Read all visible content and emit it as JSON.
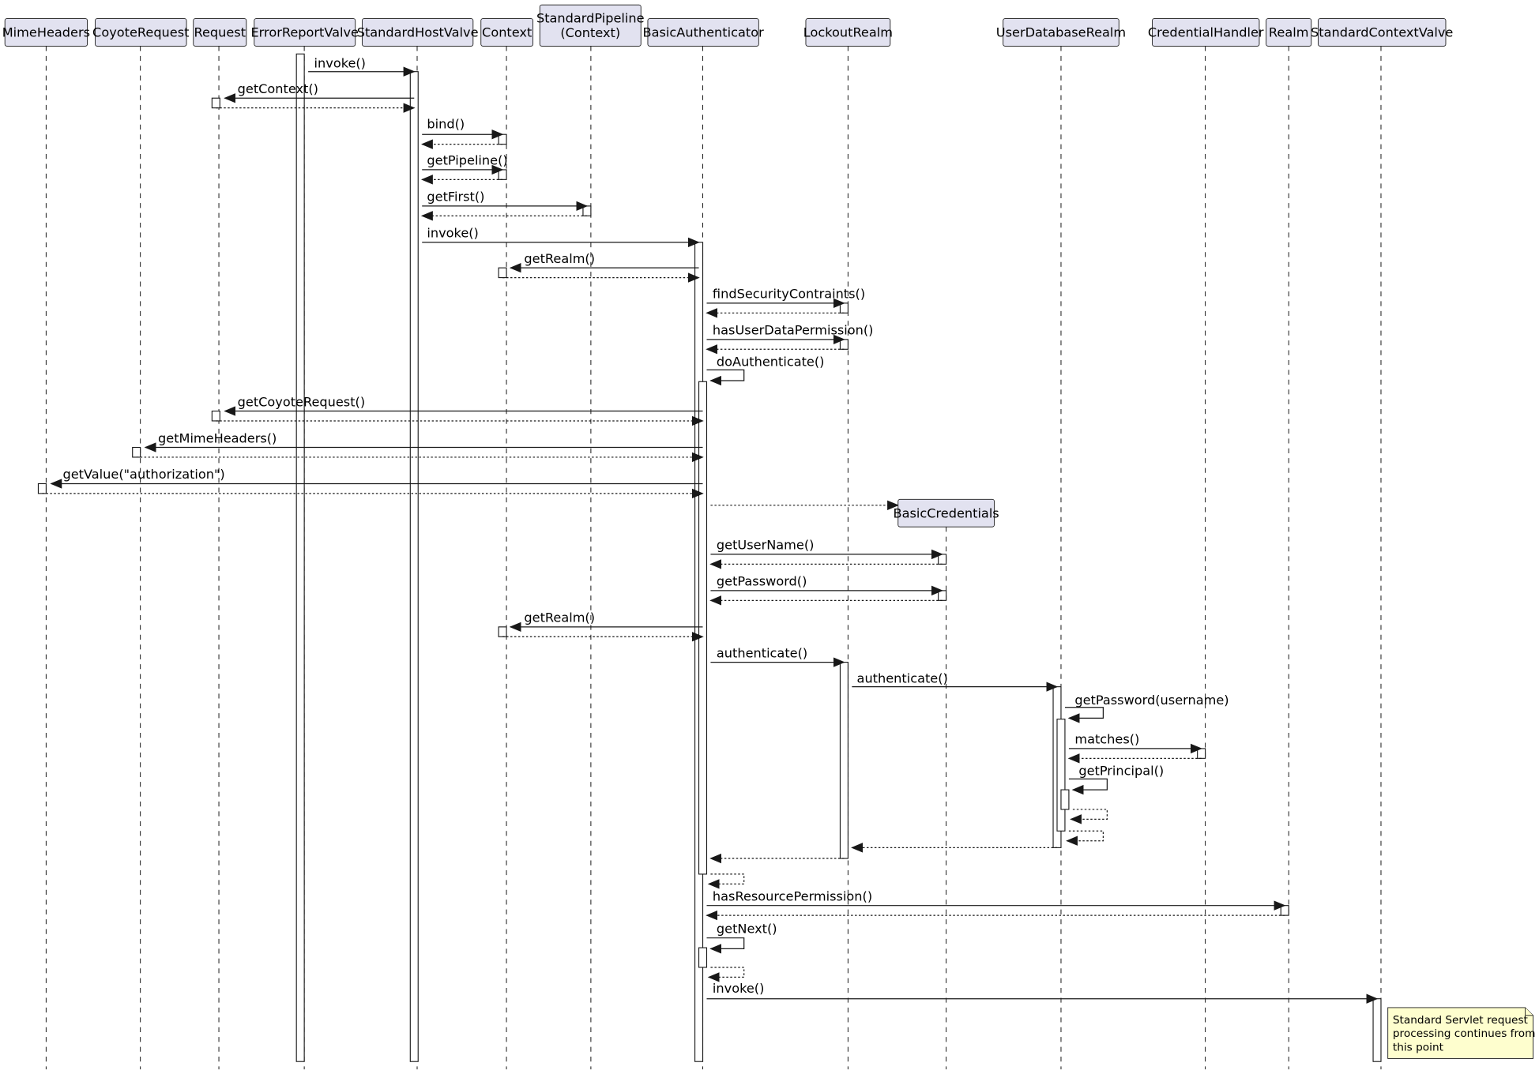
{
  "diagram": {
    "participants": [
      {
        "id": "mime",
        "label": [
          "MimeHeaders"
        ]
      },
      {
        "id": "coyote",
        "label": [
          "CoyoteRequest"
        ]
      },
      {
        "id": "request",
        "label": [
          "Request"
        ]
      },
      {
        "id": "errvalve",
        "label": [
          "ErrorReportValve"
        ]
      },
      {
        "id": "hostvalve",
        "label": [
          "StandardHostValve"
        ]
      },
      {
        "id": "context",
        "label": [
          "Context"
        ]
      },
      {
        "id": "pipeline",
        "label": [
          "StandardPipeline",
          "(Context)"
        ]
      },
      {
        "id": "basicauth",
        "label": [
          "BasicAuthenticator"
        ]
      },
      {
        "id": "lockout",
        "label": [
          "LockoutRealm"
        ]
      },
      {
        "id": "creds",
        "label": [
          "BasicCredentials"
        ]
      },
      {
        "id": "userdb",
        "label": [
          "UserDatabaseRealm"
        ]
      },
      {
        "id": "credhandler",
        "label": [
          "CredentialHandler"
        ]
      },
      {
        "id": "realm",
        "label": [
          "Realm"
        ]
      },
      {
        "id": "ctxvalve",
        "label": [
          "StandardContextValve"
        ]
      }
    ],
    "messages": [
      {
        "from": "errvalve",
        "to": "hostvalve",
        "label": "invoke()"
      },
      {
        "from": "hostvalve",
        "to": "request",
        "label": "getContext()"
      },
      {
        "from": "hostvalve",
        "to": "context",
        "label": "bind()"
      },
      {
        "from": "hostvalve",
        "to": "context",
        "label": "getPipeline()"
      },
      {
        "from": "hostvalve",
        "to": "pipeline",
        "label": "getFirst()"
      },
      {
        "from": "hostvalve",
        "to": "basicauth",
        "label": "invoke()"
      },
      {
        "from": "basicauth",
        "to": "context",
        "label": "getRealm()"
      },
      {
        "from": "basicauth",
        "to": "lockout",
        "label": "findSecurityContraints()"
      },
      {
        "from": "basicauth",
        "to": "lockout",
        "label": "hasUserDataPermission()"
      },
      {
        "from": "basicauth",
        "to": "basicauth",
        "label": "doAuthenticate()"
      },
      {
        "from": "basicauth",
        "to": "request",
        "label": "getCoyoteRequest()"
      },
      {
        "from": "basicauth",
        "to": "coyote",
        "label": "getMimeHeaders()"
      },
      {
        "from": "basicauth",
        "to": "mime",
        "label": "getValue(\"authorization\")"
      },
      {
        "from": "basicauth",
        "to": "creds",
        "label": ""
      },
      {
        "from": "basicauth",
        "to": "creds",
        "label": "getUserName()"
      },
      {
        "from": "basicauth",
        "to": "creds",
        "label": "getPassword()"
      },
      {
        "from": "basicauth",
        "to": "context",
        "label": "getRealm()"
      },
      {
        "from": "basicauth",
        "to": "lockout",
        "label": "authenticate()"
      },
      {
        "from": "lockout",
        "to": "userdb",
        "label": "authenticate()"
      },
      {
        "from": "userdb",
        "to": "userdb",
        "label": "getPassword(username)"
      },
      {
        "from": "userdb",
        "to": "credhandler",
        "label": "matches()"
      },
      {
        "from": "userdb",
        "to": "userdb",
        "label": "getPrincipal()"
      },
      {
        "from": "basicauth",
        "to": "realm",
        "label": "hasResourcePermission()"
      },
      {
        "from": "basicauth",
        "to": "basicauth",
        "label": "getNext()"
      },
      {
        "from": "basicauth",
        "to": "ctxvalve",
        "label": "invoke()"
      }
    ],
    "note": {
      "lines": [
        "Standard Servlet request",
        "processing continues from",
        "this point"
      ],
      "color": "#fefece"
    },
    "colors": {
      "participant_fill": "#e2e2f0",
      "line": "#181818",
      "note_fill": "#fefece"
    }
  }
}
